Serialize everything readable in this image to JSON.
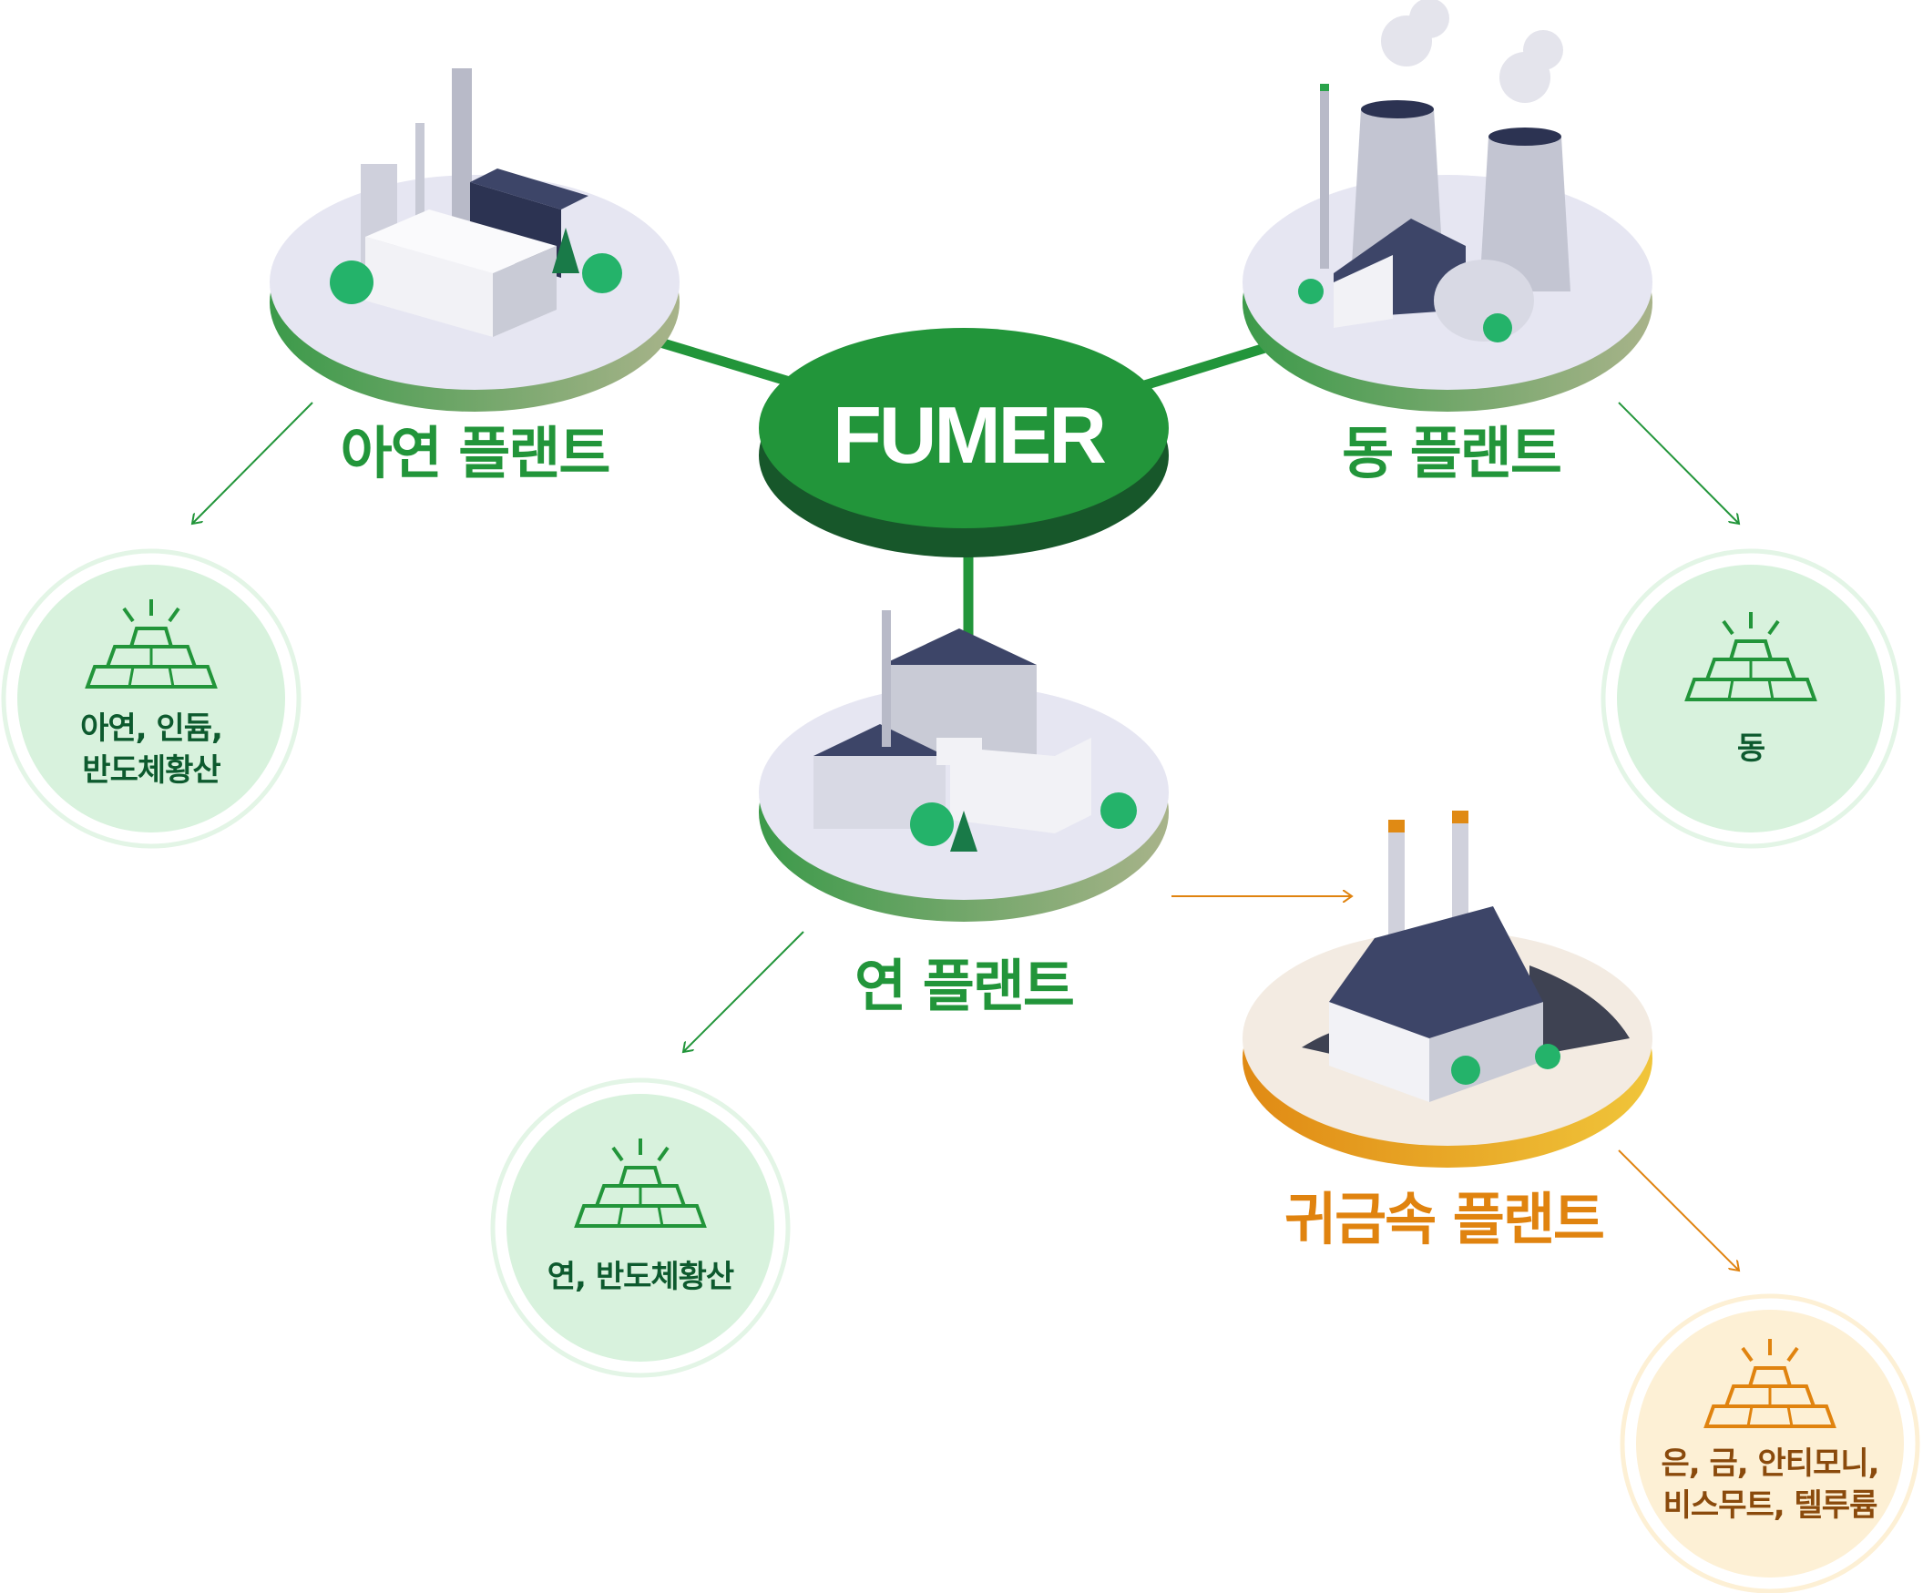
{
  "center": {
    "label": "FUMER"
  },
  "plants": [
    {
      "label": "아연 플랜트"
    },
    {
      "label": "동 플랜트"
    },
    {
      "label": "연 플랜트"
    },
    {
      "label": "귀금속 플랜트"
    }
  ],
  "products": [
    {
      "lines": [
        "아연, 인듐,",
        "반도체황산"
      ]
    },
    {
      "lines": [
        "동"
      ]
    },
    {
      "lines": [
        "연, 반도체황산"
      ]
    },
    {
      "lines": [
        "은, 금, 안티모니,",
        "비스무트, 텔루륨"
      ]
    }
  ],
  "colors": {
    "green": "#22953a",
    "dark_green": "#17572a",
    "orange": "#e0830f",
    "light_green": "#d8f2dd",
    "light_orange": "#fdf0d5"
  }
}
